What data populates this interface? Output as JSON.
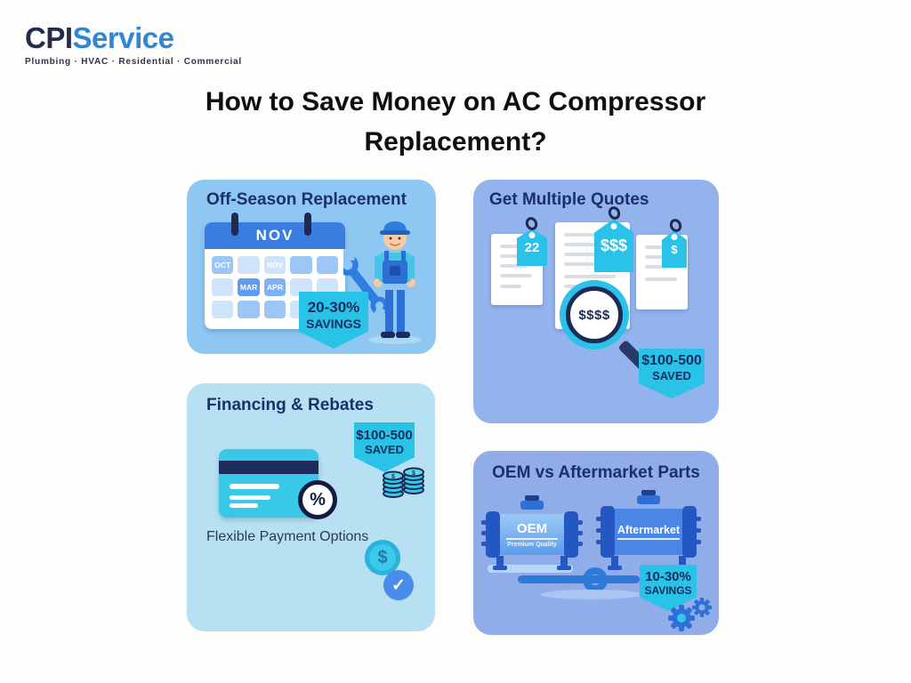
{
  "logo": {
    "brand_primary": "CPI",
    "brand_secondary": "Service",
    "tagline": "Plumbing · HVAC · Residential · Commercial"
  },
  "title": {
    "line1": "How to Save Money on AC Compressor",
    "line2": "Replacement?"
  },
  "colors": {
    "accent_cyan": "#29c3e8",
    "navy_text": "#1b2f6b",
    "card_offseason_bg": "#8ec7f2",
    "card_quotes_bg": "#93b3ec",
    "card_financing_bg": "#b7e0f2",
    "card_oem_bg": "#90ace9"
  },
  "cards": {
    "off_season": {
      "title": "Off-Season Replacement",
      "calendar": {
        "month": "NOV",
        "cell_oct": "OCT",
        "cell_nov": "NOV",
        "cell_mar": "MAR",
        "cell_apr": "APR"
      },
      "badge_line1": "20-30%",
      "badge_line2": "SAVINGS"
    },
    "quotes": {
      "title": "Get Multiple Quotes",
      "tag1": "22",
      "tag2": "$$$",
      "tag3": "$",
      "magnifier_text": "$$$$",
      "badge_line1": "$100-500",
      "badge_line2": "SAVED"
    },
    "financing": {
      "title": "Financing & Rebates",
      "badge_line1": "$100-500",
      "badge_line2": "SAVED",
      "percent": "%",
      "caption": "Flexible Payment Options",
      "coin_symbol": "$",
      "check_symbol": "✓"
    },
    "oem": {
      "title": "OEM vs Aftermarket Parts",
      "tank_left_label": "OEM",
      "tank_left_sub": "Premium Quality",
      "tank_right_label": "Aftermarket",
      "badge_line1": "10-30%",
      "badge_line2": "SAVINGS"
    }
  }
}
